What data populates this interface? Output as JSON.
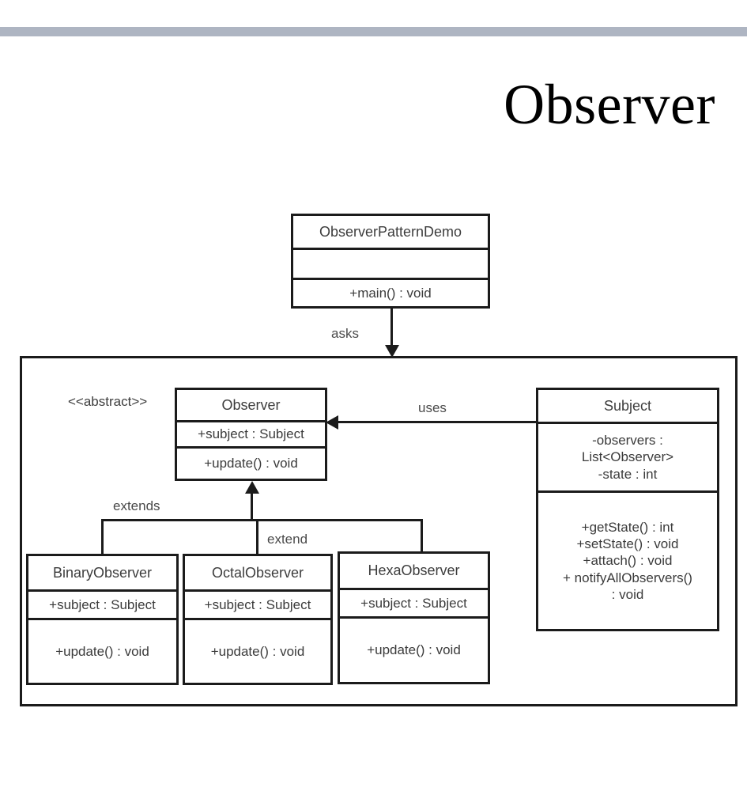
{
  "slide": {
    "title": "Observer",
    "accent_bar_color": "#aeb5c2",
    "line_color": "#1b1b1b",
    "text_color": "#3b3b3b",
    "background": "#ffffff"
  },
  "diagram": {
    "type": "uml-class-diagram",
    "classes": [
      {
        "id": "observer-pattern-demo",
        "name": "ObserverPatternDemo",
        "attributes": [],
        "methods": [
          "+main() : void"
        ]
      },
      {
        "id": "observer",
        "name": "Observer",
        "stereotype": "<<abstract>>",
        "attributes": [
          "+subject  : Subject"
        ],
        "methods": [
          "+update() : void"
        ]
      },
      {
        "id": "subject",
        "name": "Subject",
        "attributes": [
          "-observers  :",
          "List<Observer>",
          "-state : int"
        ],
        "methods": [
          "+getState() : int",
          "+setState() : void",
          "+attach() : void",
          "+ notifyAllObservers()",
          ": void"
        ]
      },
      {
        "id": "binary-observer",
        "name": "BinaryObserver",
        "attributes": [
          "+subject  : Subject"
        ],
        "methods": [
          "+update() : void"
        ]
      },
      {
        "id": "octal-observer",
        "name": "OctalObserver",
        "attributes": [
          "+subject  : Subject"
        ],
        "methods": [
          "+update() : void"
        ]
      },
      {
        "id": "hexa-observer",
        "name": "HexaObserver",
        "attributes": [
          "+subject  : Subject"
        ],
        "methods": [
          "+update() : void"
        ]
      }
    ],
    "relationships": [
      {
        "id": "asks",
        "label": "asks",
        "from": "observer-pattern-demo",
        "to": "package",
        "kind": "directed-association"
      },
      {
        "id": "uses",
        "label": "uses",
        "from": "subject",
        "to": "observer",
        "kind": "directed-association"
      },
      {
        "id": "extends-left",
        "label": "extends",
        "from": "binary-observer",
        "to": "observer",
        "kind": "generalization"
      },
      {
        "id": "extend-right",
        "label": "extend",
        "from": "hexa-observer",
        "to": "observer",
        "kind": "generalization"
      }
    ]
  }
}
